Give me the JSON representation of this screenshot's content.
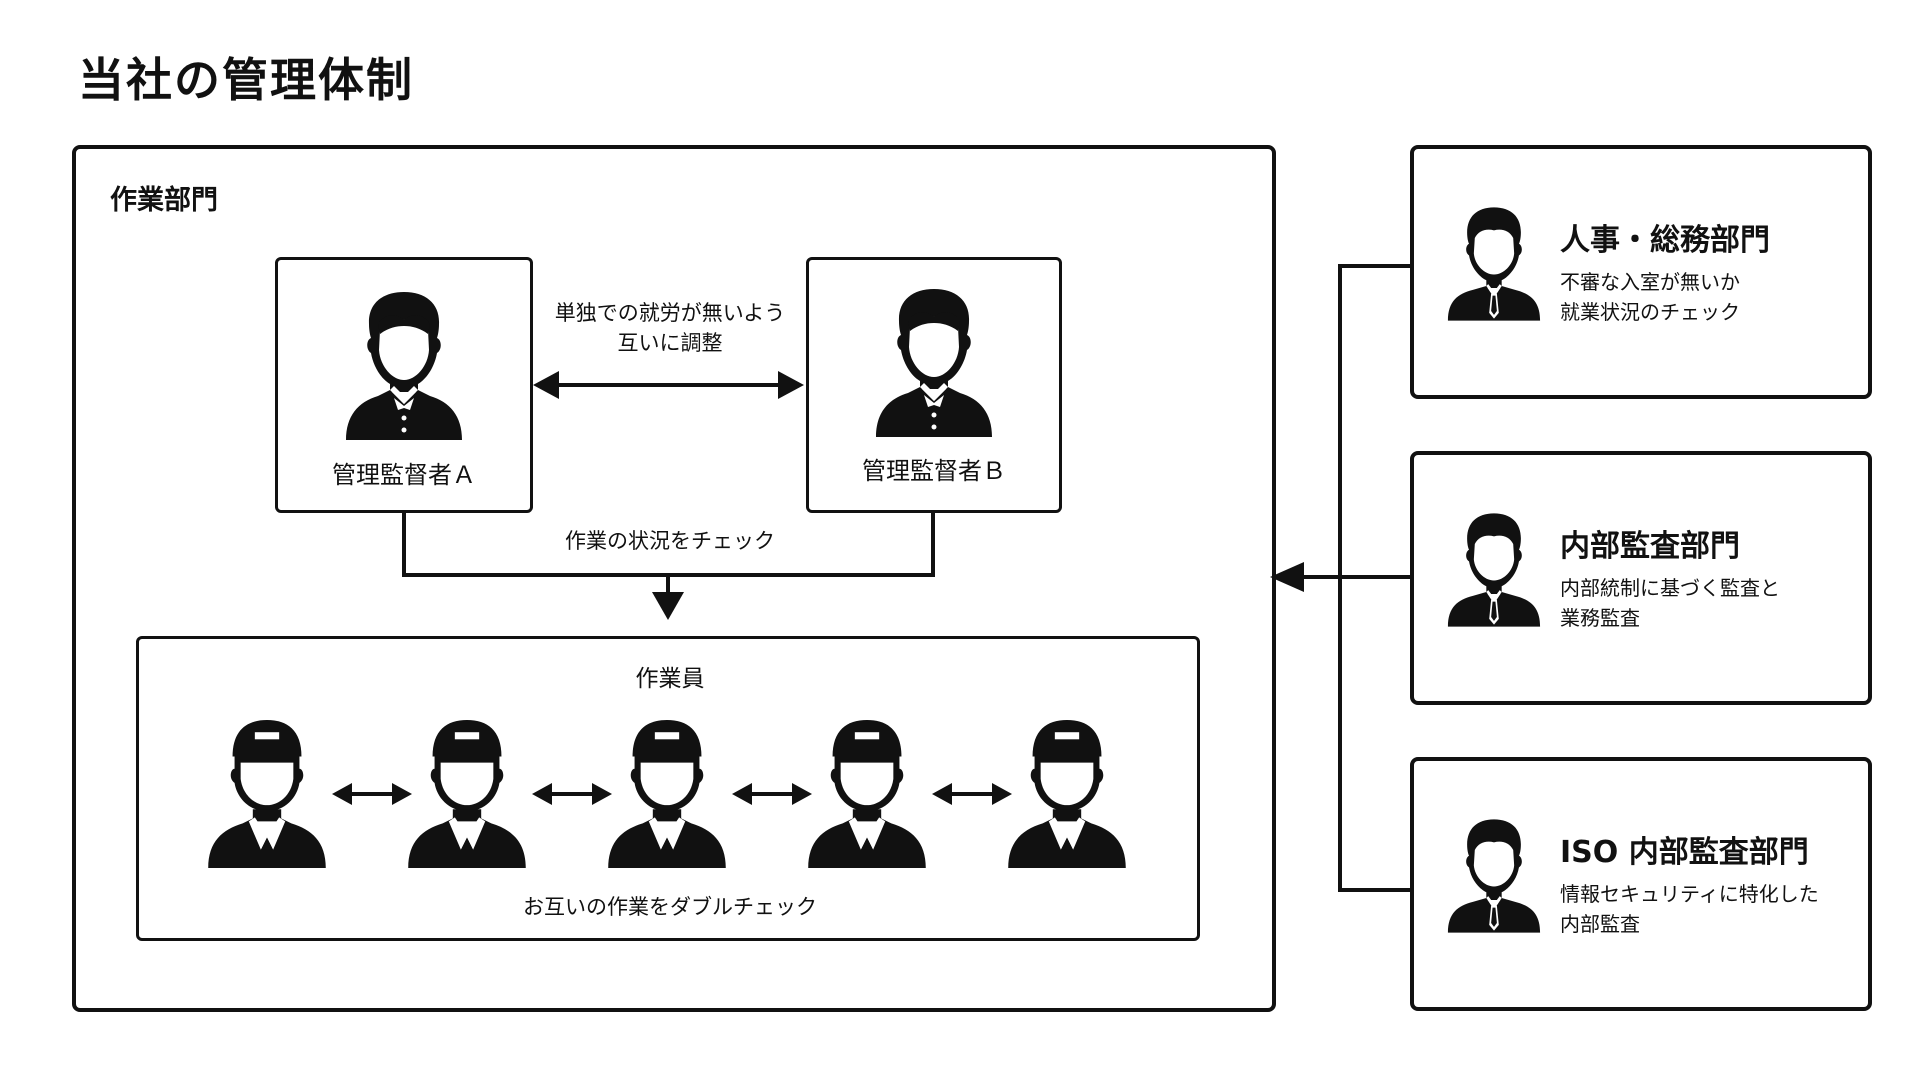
{
  "title": "当社の管理体制",
  "work_dept": {
    "label": "作業部門",
    "manager_a": "管理監督者Ａ",
    "manager_b": "管理監督者Ｂ",
    "coordination_caption": [
      "単独での就労が無いよう",
      "互いに調整"
    ],
    "check_caption": "作業の状況をチェック",
    "workers": {
      "label": "作業員",
      "count": 5,
      "caption": "お互いの作業をダブルチェック"
    }
  },
  "departments": [
    {
      "title": "人事・総務部門",
      "desc": [
        "不審な入室が無いか",
        "就業状況のチェック"
      ]
    },
    {
      "title": "内部監査部門",
      "desc": [
        "内部統制に基づく監査と",
        "業務監査"
      ]
    },
    {
      "title": "ISO 内部監査部門",
      "desc": [
        "情報セキュリティに特化した",
        "内部監査"
      ]
    }
  ],
  "colors": {
    "ink": "#111111",
    "background": "#ffffff"
  },
  "icons": {
    "manager": "manager-person-icon",
    "worker": "worker-cap-person-icon",
    "dept_person": "suit-person-icon"
  }
}
